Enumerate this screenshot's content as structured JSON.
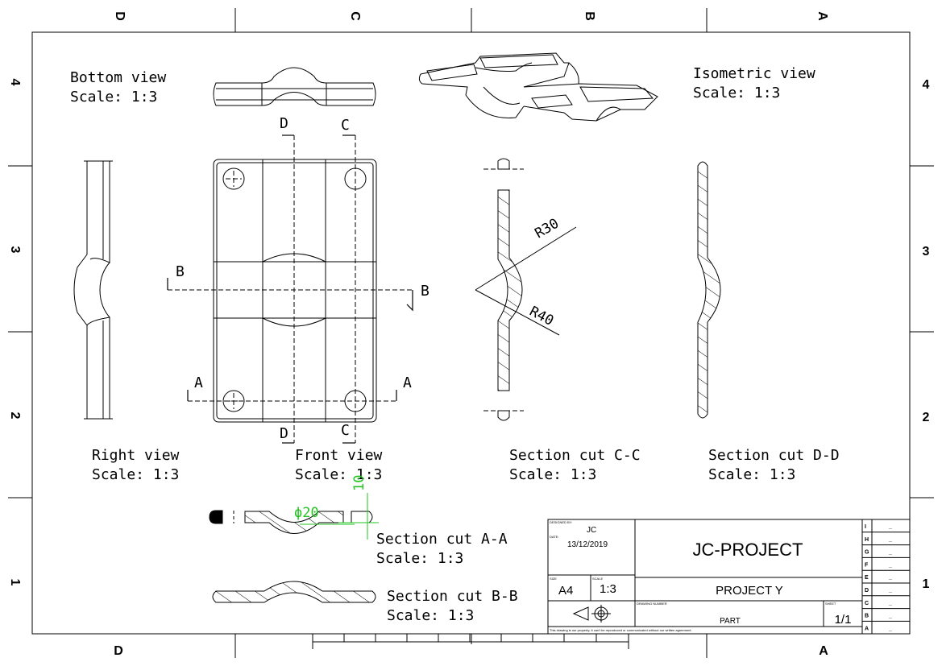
{
  "zones": {
    "columns_top": [
      "D",
      "C",
      "B",
      "A"
    ],
    "columns_bottom": [
      "D",
      "A"
    ],
    "rows": [
      "4",
      "3",
      "2",
      "1"
    ]
  },
  "views": {
    "bottom": {
      "title": "Bottom view",
      "scale": "Scale:  1:3"
    },
    "isometric": {
      "title": "Isometric view",
      "scale": "Scale:  1:3"
    },
    "right": {
      "title": "Right view",
      "scale": "Scale:  1:3"
    },
    "front": {
      "title": "Front view",
      "scale": "Scale:  1:3"
    },
    "section_cc": {
      "title": "Section cut C-C",
      "scale": "Scale:  1:3"
    },
    "section_dd": {
      "title": "Section cut D-D",
      "scale": "Scale:  1:3"
    },
    "section_aa": {
      "title": "Section cut A-A",
      "scale": "Scale:  1:3"
    },
    "section_bb": {
      "title": "Section cut B-B",
      "scale": "Scale:  1:3"
    }
  },
  "section_markers": {
    "a": "A",
    "b": "B",
    "c": "C",
    "d": "D"
  },
  "dimensions": {
    "r30": "R30",
    "r40": "R40",
    "dia20": "ϕ20",
    "ten": "10"
  },
  "title_block": {
    "designed_by_label": "DESIGNED BY:",
    "designer": "JC",
    "date_label": "DATE:",
    "date": "13/12/2019",
    "company": "JC-PROJECT",
    "size_label": "SIZE",
    "size": "A4",
    "scale_label": "SCALE",
    "scale": "1:3",
    "project": "PROJECT Y",
    "drawing_number_label": "DRAWING NUMBER",
    "part": "PART",
    "sheet_label": "SHEET",
    "sheet": "1/1",
    "disclaimer": "This drawing is our property; it can't be reproduced or communicated without our written agreement.",
    "revisions": [
      {
        "letter": "I",
        "value": "_"
      },
      {
        "letter": "H",
        "value": "_"
      },
      {
        "letter": "G",
        "value": "_"
      },
      {
        "letter": "F",
        "value": "_"
      },
      {
        "letter": "E",
        "value": "_"
      },
      {
        "letter": "D",
        "value": "_"
      },
      {
        "letter": "C",
        "value": "_"
      },
      {
        "letter": "B",
        "value": "_"
      },
      {
        "letter": "A",
        "value": "_"
      }
    ]
  },
  "colors": {
    "line": "#000000",
    "dimension_green": "#21c321"
  }
}
